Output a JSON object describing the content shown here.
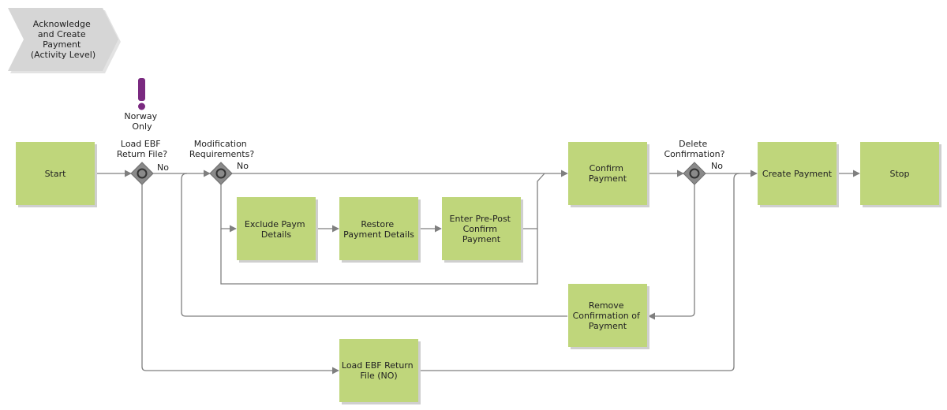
{
  "diagram": {
    "title_lines": [
      "Acknowledge",
      "and Create",
      "Payment",
      "(Activity Level)"
    ],
    "colors": {
      "task_fill": "#bfd67b",
      "task_shadow": "#cfcfcf",
      "title_fill": "#d6d6d6",
      "gateway_fill": "#8a8a8a",
      "gateway_ring": "#333333",
      "edge": "#7f7f7f",
      "marker": "#7a2a80"
    },
    "note": {
      "icon": "exclamation-icon",
      "lines": [
        "Norway",
        "Only"
      ]
    },
    "tasks": {
      "start": [
        "Start"
      ],
      "confirm_payment": [
        "Confirm",
        "Payment"
      ],
      "create_payment": [
        "Create Payment"
      ],
      "stop": [
        "Stop"
      ],
      "exclude_paym": [
        "Exclude Paym",
        "Details"
      ],
      "restore_payment": [
        "Restore",
        "Payment Details"
      ],
      "enter_pre_post": [
        "Enter Pre-Post",
        "Confirm",
        "Payment"
      ],
      "remove_confirmation": [
        "Remove",
        "Confirmation of",
        "Payment"
      ],
      "load_ebf_no": [
        "Load EBF Return",
        "File (NO)"
      ]
    },
    "gateways": {
      "load_ebf": {
        "question": [
          "Load EBF",
          "Return File?"
        ],
        "branch": "No"
      },
      "modification": {
        "question": [
          "Modification",
          "Requirements?"
        ],
        "branch": "No"
      },
      "delete_confirmation": {
        "question": [
          "Delete",
          "Confirmation?"
        ],
        "branch": "No"
      }
    }
  }
}
